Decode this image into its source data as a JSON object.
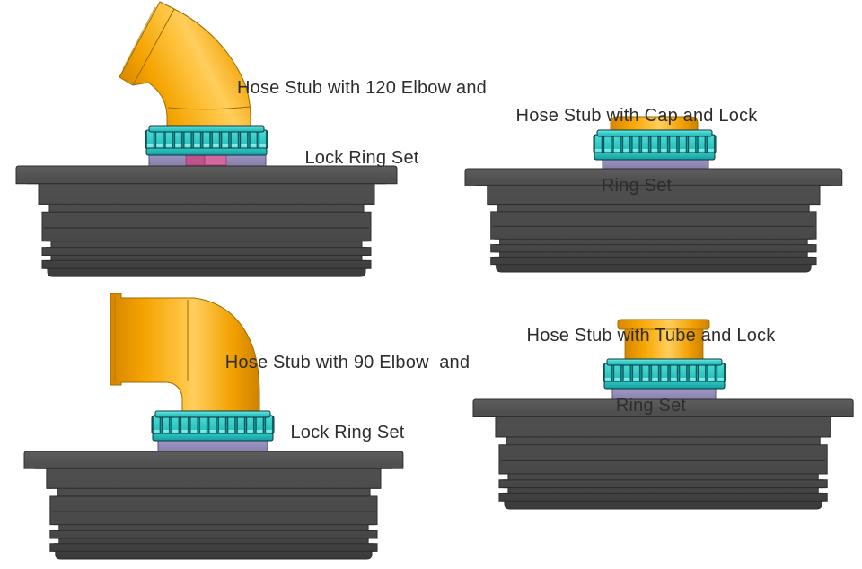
{
  "page": {
    "background": "#FFFFFF"
  },
  "labels": {
    "elbow120": {
      "line1": "Hose Stub with 120 Elbow and",
      "line2": "Lock Ring Set"
    },
    "cap": {
      "line1": "Hose Stub with Cap and Lock",
      "line2": "Ring Set"
    },
    "elbow90": {
      "line1": "Hose Stub with 90 Elbow  and",
      "line2": "Lock Ring Set"
    },
    "tube": {
      "line1": "Hose Stub with Tube and Lock",
      "line2": "Ring Set"
    }
  },
  "colors": {
    "hose_fitting_orange": "#F8A81C",
    "lock_ring_teal": "#35CFCA",
    "lock_ring_gap_teal": "#0E9B9B",
    "adapter_purple": "#9289B6",
    "seal_pink_dark": "#C2528C",
    "seal_pink_light": "#D468A2",
    "drum_gray": "#4B4B4B",
    "outline_navy": "#0C3540",
    "label_text": "#2D2D2D"
  }
}
